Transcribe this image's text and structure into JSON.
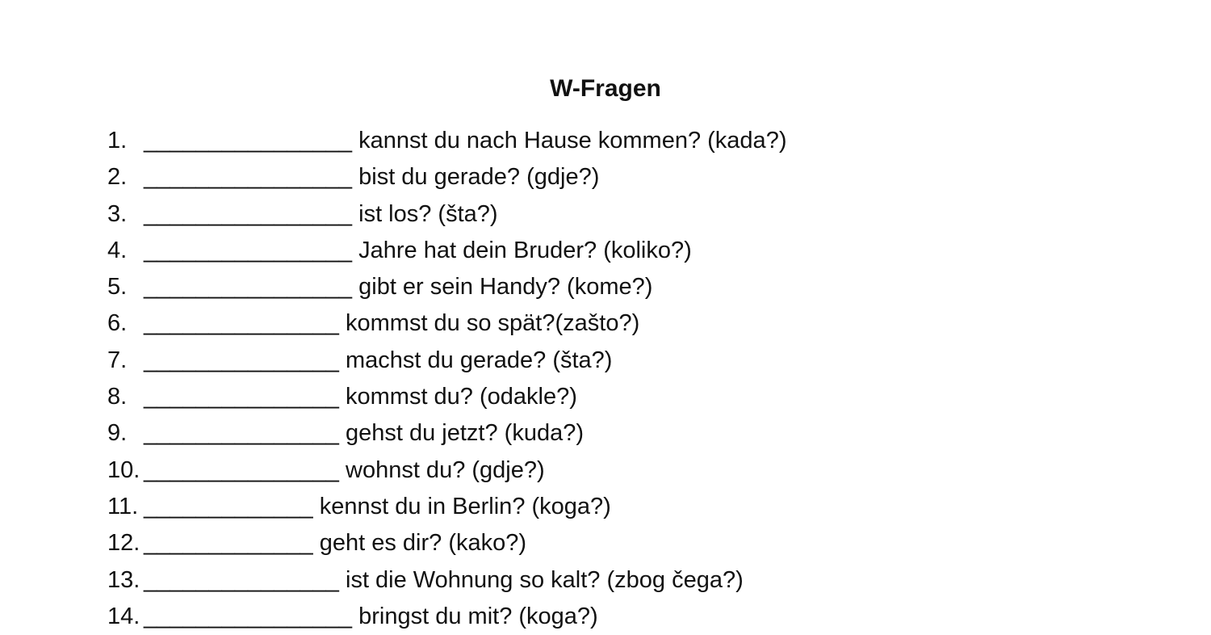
{
  "page": {
    "title": "W-Fragen"
  },
  "worksheet": {
    "items": [
      {
        "number": "1.",
        "blank": "________________",
        "question": " kannst du nach Hause kommen? (kada?)"
      },
      {
        "number": "2.",
        "blank": "________________",
        "question": " bist du gerade? (gdje?)"
      },
      {
        "number": "3.",
        "blank": "________________",
        "question": " ist los? (šta?)"
      },
      {
        "number": "4.",
        "blank": "________________",
        "question": " Jahre hat dein Bruder? (koliko?)"
      },
      {
        "number": "5.",
        "blank": "________________",
        "question": " gibt er sein Handy? (kome?)"
      },
      {
        "number": "6.",
        "blank": "_______________",
        "question": " kommst du so spät?(zašto?)"
      },
      {
        "number": "7.",
        "blank": "_______________",
        "question": " machst du gerade? (šta?)"
      },
      {
        "number": "8.",
        "blank": "_______________",
        "question": " kommst du? (odakle?)"
      },
      {
        "number": "9.",
        "blank": "_______________",
        "question": " gehst du jetzt? (kuda?)"
      },
      {
        "number": "10.",
        "blank": "_______________",
        "question": " wohnst du? (gdje?)"
      },
      {
        "number": "11.",
        "blank": "_____________",
        "question": " kennst du in Berlin? (koga?)"
      },
      {
        "number": "12.",
        "blank": "_____________",
        "question": " geht es dir? (kako?)"
      },
      {
        "number": "13.",
        "blank": "_______________",
        "question": " ist die Wohnung so kalt? (zbog čega?)"
      },
      {
        "number": "14.",
        "blank": "________________",
        "question": " bringst du mit? (koga?)"
      }
    ]
  }
}
